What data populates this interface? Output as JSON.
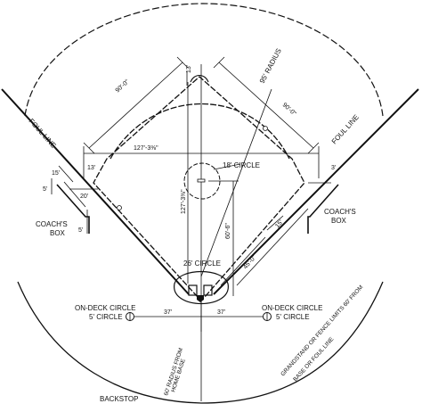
{
  "labels": {
    "foul_line_left": "FOUL LINE",
    "foul_line_right": "FOUL LINE",
    "radius_95": "95' RADIUS",
    "dim_90_left": "90'-0\"",
    "dim_90_right": "90'-0\"",
    "dim_13_top": "13'",
    "dim_127_horizontal": "127'-3⅜\"",
    "dim_13_left": "13'",
    "dim_3_right": "3'",
    "circle_18": "18' CIRCLE",
    "dim_15": "15'",
    "dim_5_top": "5'",
    "dim_20": "20'",
    "dim_5_bottom": "5'",
    "dim_127_vertical": "127'-3⅜\"",
    "dim_60_6": "60'-6\"",
    "dim_15_right": "15'",
    "dim_45": "45'-0\"",
    "coachs_left": "COACH'S",
    "box_left": "BOX",
    "coachs_right": "COACH'S",
    "box_right": "BOX",
    "circle_26": "26' CIRCLE",
    "on_deck_left_1": "ON-DECK CIRCLE",
    "on_deck_left_2": "5' CIRCLE",
    "on_deck_right_1": "ON-DECK CIRCLE",
    "on_deck_right_2": "5' CIRCLE",
    "dim_37_left": "37'",
    "dim_37_right": "37'",
    "radius_60_1": "60' RADIUS FROM",
    "radius_60_2": "HOME BASE",
    "grandstand_1": "GRANDSTAND OR FENCE LIMITS 60' FROM",
    "grandstand_2": "BASE OR FOUL LINE",
    "backstop": "BACKSTOP"
  },
  "colors": {
    "ink": "#111111",
    "background": "#ffffff"
  }
}
